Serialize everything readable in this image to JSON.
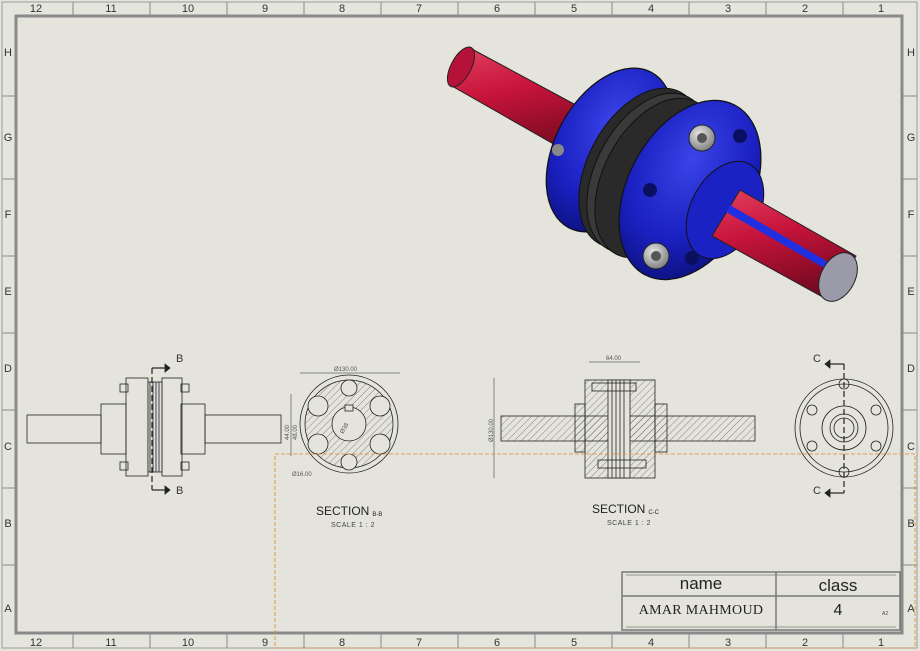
{
  "sheet": {
    "top_columns": [
      "12",
      "11",
      "10",
      "9",
      "8",
      "7",
      "6",
      "5",
      "4",
      "3",
      "2",
      "1"
    ],
    "bottom_columns": [
      "12",
      "11",
      "10",
      "9",
      "8",
      "7",
      "6",
      "5",
      "4",
      "3",
      "2",
      "1"
    ],
    "rows": [
      "H",
      "G",
      "F",
      "E",
      "D",
      "C",
      "B",
      "A"
    ],
    "background_color": "#e5e4dc",
    "frame_color": "#8a8a8a"
  },
  "views": {
    "section_b_marker": "B",
    "section_c_marker": "C",
    "section_bb": {
      "title": "SECTION",
      "suffix": "B-B",
      "scale": "SCALE 1 : 2"
    },
    "section_cc": {
      "title": "SECTION",
      "suffix": "C-C",
      "scale": "SCALE 1 : 2"
    },
    "dimensions": {
      "bb_flange_dia": "Ø130.00",
      "bb_hole_dia": "Ø16.00",
      "bb_dim_a": "44.00",
      "bb_dim_b": "48.00",
      "bb_dim_c": "Ø38",
      "cc_width": "64.00",
      "cc_height": "Ø130.00"
    }
  },
  "model_colors": {
    "shaft": "#c8143c",
    "hub": "#1820c8",
    "discs": "#2a2a2a",
    "bolts": "#b0b0b0"
  },
  "title_block": {
    "name_label": "name",
    "class_label": "class",
    "name_value": "AMAR MAHMOUD",
    "class_value": "4",
    "sheet_size": "A2"
  }
}
